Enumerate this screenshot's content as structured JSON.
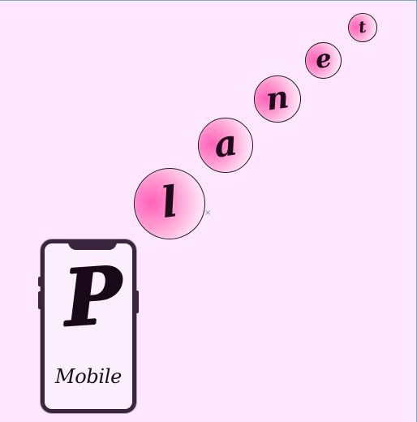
{
  "planet_word": [
    "l",
    "a",
    "n",
    "e",
    "t"
  ],
  "cursor_mark": "×",
  "phone_logo": {
    "letter": "P",
    "label": "Mobile"
  },
  "colors": {
    "background": "#fde6ff",
    "bubble_pink": "#ff62b8",
    "ink": "#190817",
    "phone_frame": "#39253d"
  }
}
